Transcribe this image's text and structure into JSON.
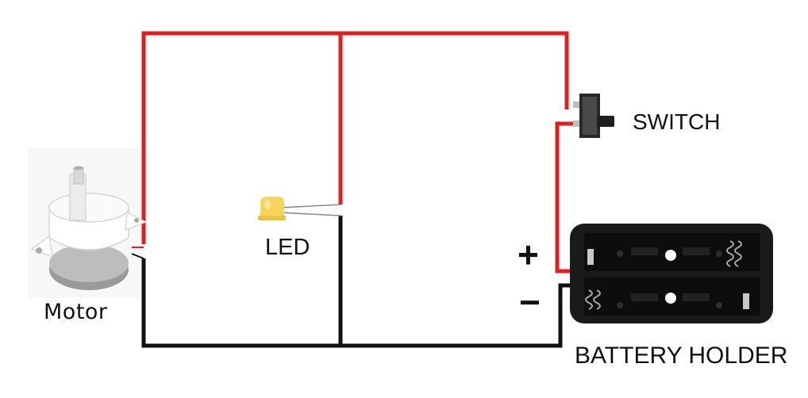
{
  "diagram": {
    "labels": {
      "switch": "SWITCH",
      "led": "LED",
      "motor": "Motor",
      "battery_holder": "BATTERY HOLDER",
      "positive": "+",
      "negative": "−"
    },
    "colors": {
      "positive_wire": "#e01e1e",
      "negative_wire": "#111111",
      "led_body": "#f6d65a",
      "battery_holder": "#1a1a1a",
      "motor_body": "#f2f2f2"
    },
    "components": [
      "motor",
      "led",
      "switch",
      "battery-holder"
    ]
  }
}
